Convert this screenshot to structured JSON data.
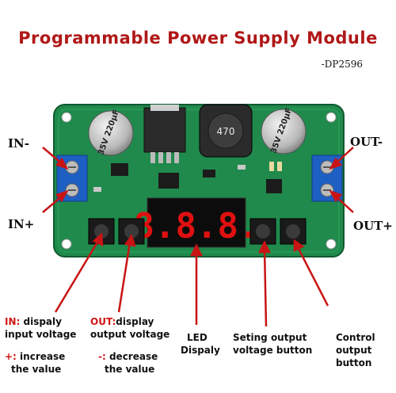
{
  "title": "Programmable Power Supply Module",
  "model": "-DP2596",
  "inductor_label": "470",
  "capacitor_labels": [
    "35V 220μF",
    "35V 220μF"
  ],
  "display_value": "8.8.8.",
  "colors": {
    "title": "#b01818",
    "pcb": "#1f8a4c",
    "terminal": "#1e5fc4",
    "led": "#e01010",
    "arrow": "#c81414"
  },
  "labels": {
    "in_minus": "IN-",
    "in_plus": "IN+",
    "out_minus": "OUT-",
    "out_plus": "OUT+"
  },
  "notes": {
    "in_key": "IN:",
    "in_text": "dispaly",
    "in_line2": "input voltage",
    "out_key": "OUT:",
    "out_text": "display",
    "out_line2": "output voltage",
    "plus_key": "+:",
    "plus_text": "increase",
    "plus_line2": "the value",
    "minus_key": "-:",
    "minus_text": "decrease",
    "minus_line2": "the value",
    "led_line1": "LED",
    "led_line2": "Dispaly",
    "set_line1": "Seting output",
    "set_line2": "voltage button",
    "ctrl_line1": "Control",
    "ctrl_line2": "output",
    "ctrl_line3": "button"
  }
}
